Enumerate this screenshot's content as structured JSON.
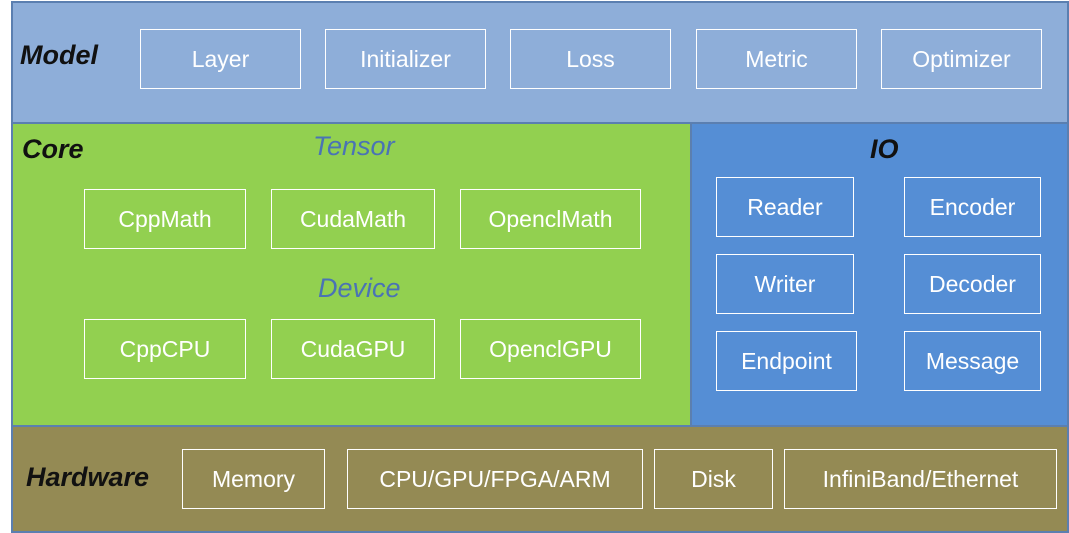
{
  "colors": {
    "model_bg": "#8eaed9",
    "core_bg": "#92d050",
    "io_bg": "#558ed5",
    "hardware_bg": "#948a54",
    "box_border": "#ffffff",
    "subtitle": "#4a73b5"
  },
  "model": {
    "title": "Model",
    "items": [
      "Layer",
      "Initializer",
      "Loss",
      "Metric",
      "Optimizer"
    ]
  },
  "core": {
    "title": "Core",
    "tensor": {
      "label": "Tensor",
      "items": [
        "CppMath",
        "CudaMath",
        "OpenclMath"
      ]
    },
    "device": {
      "label": "Device",
      "items": [
        "CppCPU",
        "CudaGPU",
        "OpenclGPU"
      ]
    }
  },
  "io": {
    "title": "IO",
    "items": [
      "Reader",
      "Encoder",
      "Writer",
      "Decoder",
      "Endpoint",
      "Message"
    ]
  },
  "hardware": {
    "title": "Hardware",
    "items": [
      "Memory",
      "CPU/GPU/FPGA/ARM",
      "Disk",
      "InfiniBand/Ethernet"
    ]
  }
}
